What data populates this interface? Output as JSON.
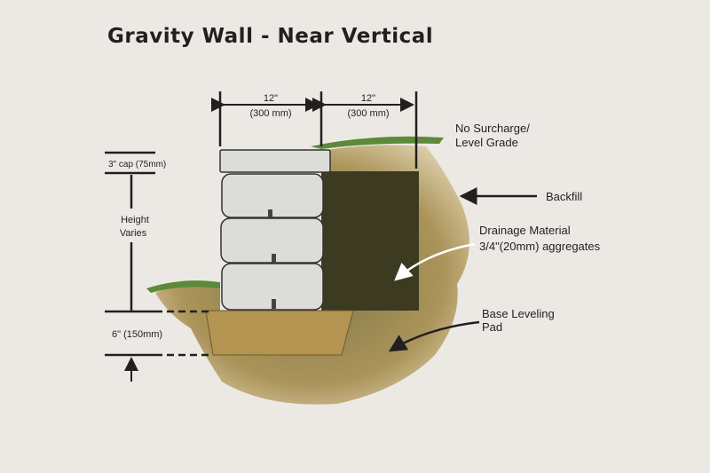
{
  "title": "Gravity Wall - Near Vertical",
  "dimensions": {
    "block_width_in": "12\"",
    "block_width_mm": "(300 mm)",
    "backfill_width_in": "12\"",
    "backfill_width_mm": "(300 mm)",
    "cap": "3\" cap (75mm)",
    "height_line1": "Height",
    "height_line2": "Varies",
    "base": "6\" (150mm)"
  },
  "labels": {
    "surcharge_line1": "No Surcharge/",
    "surcharge_line2": "Level Grade",
    "backfill": "Backfill",
    "drainage_line1": "Drainage Material",
    "drainage_line2": "3/4\"(20mm) aggregates",
    "base_line1": "Base Leveling",
    "base_line2": "Pad"
  },
  "colors": {
    "background": "#ece9e4",
    "block": "#dcdcd8",
    "backfill": "#3d3a22",
    "soil": "#a48a4a",
    "grass": "#5c8a3a"
  }
}
